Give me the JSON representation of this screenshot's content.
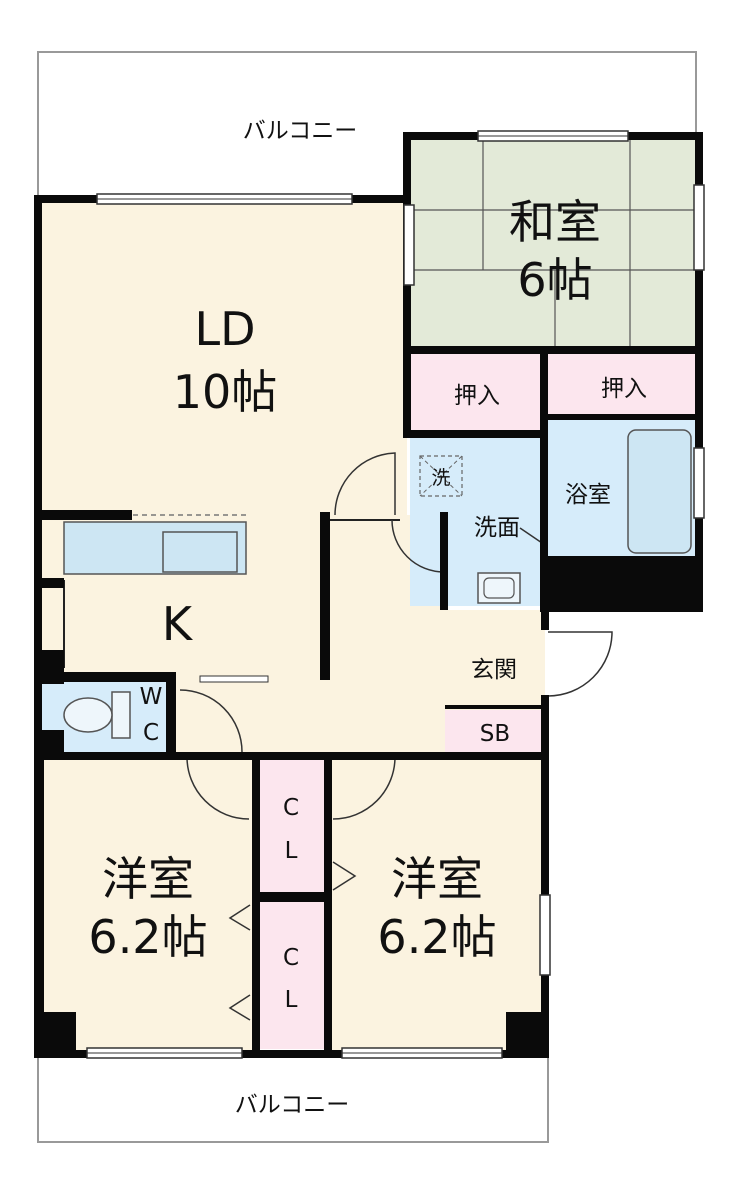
{
  "balcony_top": "バルコニー",
  "balcony_bottom": "バルコニー",
  "washitsu": {
    "name": "和室",
    "size": "6帖"
  },
  "oshiire_left": "押入",
  "oshiire_right": "押入",
  "ld": {
    "name": "LD",
    "size": "10帖"
  },
  "kitchen": "K",
  "sentakuki": "洗",
  "senmen": "洗面",
  "yokushitsu": "浴室",
  "genkan": "玄関",
  "sb": "SB",
  "wc": [
    "W",
    "C"
  ],
  "cl_upper": [
    "C",
    "L"
  ],
  "cl_lower": [
    "C",
    "L"
  ],
  "yoshitsu_left": {
    "name": "洋室",
    "size": "6.2帖"
  },
  "yoshitsu_right": {
    "name": "洋室",
    "size": "6.2帖"
  },
  "colors": {
    "floor": "#fbf3e0",
    "tatami": "#e3ead8",
    "storage": "#fce6ee",
    "wet": "#d6ecfa",
    "wall": "#0a0a0a"
  }
}
